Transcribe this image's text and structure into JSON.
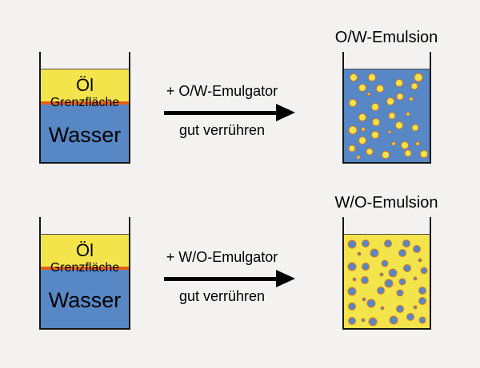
{
  "colors": {
    "background": "#f3f2f1",
    "oil": "#f4e44c",
    "water": "#5787c5",
    "interface": "#e55f15",
    "droplet_border": "#e2761c",
    "outline": "#151515",
    "text": "#000000"
  },
  "rows": [
    {
      "separated_beaker": {
        "oil_label": "Öl",
        "interface_label": "Grenzfläche",
        "water_label": "Wasser"
      },
      "process": {
        "emulgator_label": "+ O/W-Emulgator",
        "stir_label": "gut verrühren"
      },
      "result_beaker": {
        "title": "O/W-Emulsion",
        "continuous_color": "water",
        "droplet_color": "oil",
        "droplets": [
          [
            10.9,
            9.0,
            10
          ],
          [
            32.7,
            9.0,
            10
          ],
          [
            87.2,
            8.4,
            11
          ],
          [
            64.5,
            14.8,
            10
          ],
          [
            21.8,
            19.7,
            10
          ],
          [
            42.1,
            21.1,
            10
          ],
          [
            82.5,
            18.5,
            9
          ],
          [
            29.0,
            26.3,
            4
          ],
          [
            78.8,
            32.2,
            5
          ],
          [
            10.0,
            36.3,
            10
          ],
          [
            54.5,
            34.2,
            10
          ],
          [
            65.4,
            29.3,
            9
          ],
          [
            36.4,
            40.9,
            10
          ],
          [
            21.2,
            51.6,
            10
          ],
          [
            56.1,
            49.8,
            9
          ],
          [
            74.8,
            48.7,
            5
          ],
          [
            37.4,
            56.8,
            10
          ],
          [
            64.5,
            60.0,
            10
          ],
          [
            10.0,
            65.2,
            11
          ],
          [
            22.7,
            64.6,
            5
          ],
          [
            83.2,
            63.2,
            9
          ],
          [
            36.2,
            70.4,
            10
          ],
          [
            53.0,
            67.0,
            4
          ],
          [
            21.8,
            76.3,
            10
          ],
          [
            57.7,
            80.6,
            5
          ],
          [
            70.7,
            81.7,
            10
          ],
          [
            85.7,
            80.6,
            5
          ],
          [
            9.3,
            85.5,
            9
          ],
          [
            29.6,
            88.4,
            9
          ],
          [
            17.1,
            95.0,
            5
          ],
          [
            48.3,
            92.2,
            10
          ],
          [
            74.8,
            90.4,
            9
          ],
          [
            93.5,
            91.0,
            10
          ]
        ]
      }
    },
    {
      "separated_beaker": {
        "oil_label": "Öl",
        "interface_label": "Grenzfläche",
        "water_label": "Wasser"
      },
      "process": {
        "emulgator_label": "+ W/O-Emulgator",
        "stir_label": "gut verrühren"
      },
      "result_beaker": {
        "title": "W/O-Emulsion",
        "continuous_color": "oil",
        "droplet_color": "water",
        "droplets": [
          [
            9.8,
            10.2,
            11
          ],
          [
            25.1,
            9.3,
            10
          ],
          [
            51.1,
            9.3,
            10
          ],
          [
            72.8,
            9.3,
            10
          ],
          [
            84.7,
            15.3,
            10
          ],
          [
            17.7,
            20.6,
            5
          ],
          [
            35.1,
            19.7,
            11
          ],
          [
            67.9,
            19.7,
            10
          ],
          [
            9.8,
            34.5,
            11
          ],
          [
            25.1,
            34.5,
            10
          ],
          [
            47.4,
            31.0,
            9
          ],
          [
            88.7,
            27.4,
            5
          ],
          [
            73.4,
            35.9,
            10
          ],
          [
            93.3,
            38.3,
            9
          ],
          [
            44.3,
            42.6,
            5
          ],
          [
            56.6,
            41.1,
            11
          ],
          [
            11.7,
            47.8,
            5
          ],
          [
            24.5,
            48.4,
            10
          ],
          [
            52.0,
            52.2,
            11
          ],
          [
            68.2,
            50.7,
            9
          ],
          [
            83.2,
            47.0,
            5
          ],
          [
            9.8,
            61.1,
            11
          ],
          [
            42.8,
            60.0,
            10
          ],
          [
            65.8,
            62.6,
            9
          ],
          [
            91.7,
            60.0,
            10
          ],
          [
            22.9,
            68.9,
            5
          ],
          [
            32.1,
            73.9,
            11
          ],
          [
            9.8,
            76.8,
            10
          ],
          [
            45.2,
            78.3,
            5
          ],
          [
            65.8,
            79.7,
            10
          ],
          [
            83.2,
            77.4,
            5
          ],
          [
            91.7,
            71.0,
            10
          ],
          [
            9.8,
            92.2,
            10
          ],
          [
            22.3,
            91.3,
            5
          ],
          [
            33.6,
            92.8,
            11
          ],
          [
            57.5,
            91.3,
            11
          ],
          [
            77.4,
            88.4,
            10
          ],
          [
            91.7,
            91.3,
            9
          ]
        ]
      }
    }
  ]
}
